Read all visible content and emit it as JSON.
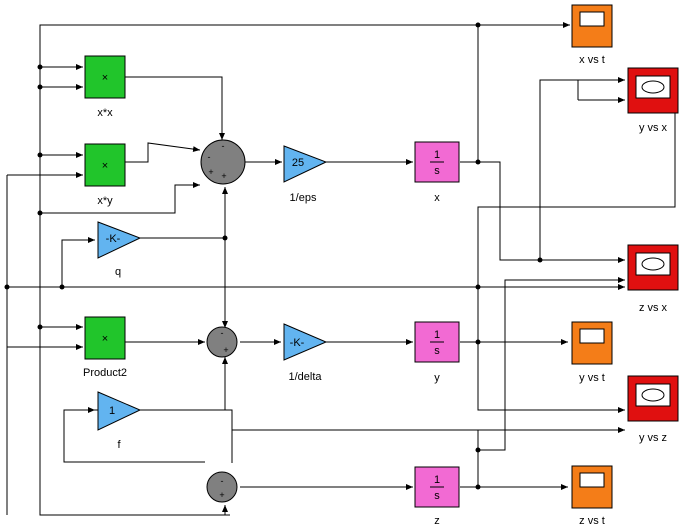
{
  "blocks": {
    "prod_xx": {
      "symbol": "×",
      "label": "x*x"
    },
    "prod_xy": {
      "symbol": "×",
      "label": "x*y"
    },
    "prod2": {
      "symbol": "×",
      "label": "Product2"
    },
    "gain_q": {
      "symbol": "-K-",
      "label": "q"
    },
    "gain_eps": {
      "symbol": "25",
      "label": "1/eps"
    },
    "gain_delta": {
      "symbol": "-K-",
      "label": "1/delta"
    },
    "gain_f": {
      "symbol": "1",
      "label": "f"
    },
    "int_x": {
      "num": "1",
      "den": "s",
      "label": "x"
    },
    "int_y": {
      "num": "1",
      "den": "s",
      "label": "y"
    },
    "int_z": {
      "num": "1",
      "den": "s",
      "label": "z"
    },
    "sum1": {
      "signs": [
        "-",
        "-",
        "+",
        "+"
      ]
    },
    "sum2": {
      "signs": [
        "-",
        "+"
      ]
    },
    "sum3": {
      "signs": [
        "-",
        "+"
      ]
    },
    "scope_xt": {
      "label": "x vs t"
    },
    "scope_yx": {
      "label": "y vs x"
    },
    "scope_zx": {
      "label": "z vs x"
    },
    "scope_yt": {
      "label": "y vs t"
    },
    "scope_yz": {
      "label": "y vs z"
    },
    "scope_zt": {
      "label": "z vs t"
    }
  },
  "colors": {
    "product": "#21c52b",
    "gain": "#62b4f0",
    "integrator": "#f26ad3",
    "sum": "#808080",
    "scope_time": "#f47d18",
    "scope_xy": "#e01010"
  }
}
